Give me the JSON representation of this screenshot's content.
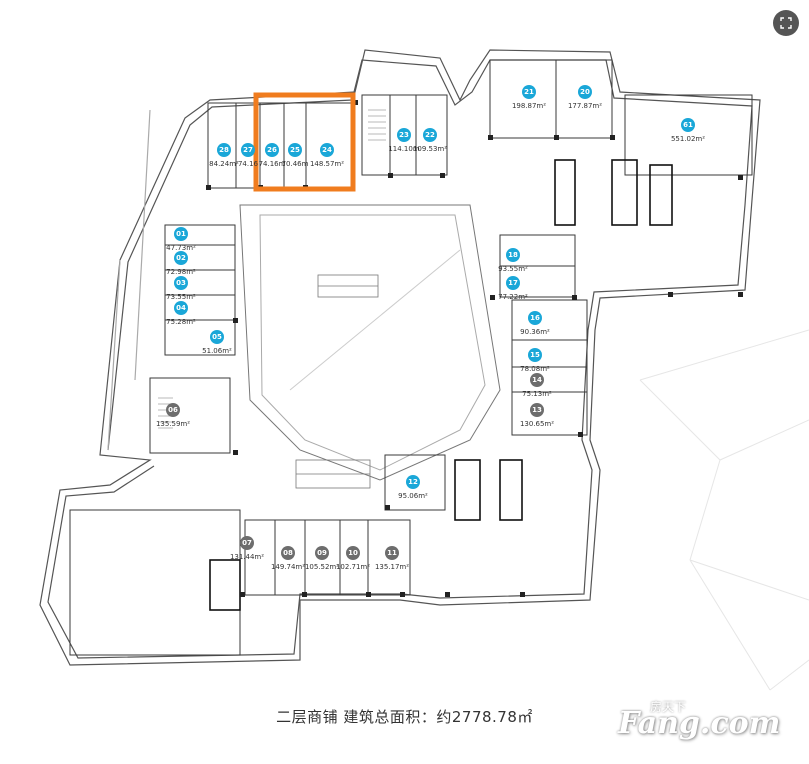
{
  "caption": "二层商铺  建筑总面积：约2778.78㎡",
  "colors": {
    "unit_blue": "#1aa7d8",
    "unit_gray": "#6d6d6d",
    "highlight": "#f07c1e",
    "wall": "#3a3a3a"
  },
  "icons": {
    "expand": "expand-icon"
  },
  "watermark": {
    "brand": "Fang.com",
    "cn": "房天下"
  },
  "units": [
    {
      "id": "28",
      "area": "84.24m²",
      "style": "blue"
    },
    {
      "id": "27",
      "area": "74.16",
      "style": "blue"
    },
    {
      "id": "26",
      "area": "74.16m",
      "style": "blue"
    },
    {
      "id": "25",
      "area": "70.46m",
      "style": "blue"
    },
    {
      "id": "24",
      "area": "148.57m²",
      "style": "blue"
    },
    {
      "id": "23",
      "area": "114.10m",
      "style": "blue"
    },
    {
      "id": "22",
      "area": "109.53m²",
      "style": "blue"
    },
    {
      "id": "21",
      "area": "198.87m²",
      "style": "blue"
    },
    {
      "id": "20",
      "area": "177.87m²",
      "style": "blue"
    },
    {
      "id": "61",
      "area": "551.02m²",
      "style": "blue"
    },
    {
      "id": "01",
      "area": "47.73m²",
      "style": "blue"
    },
    {
      "id": "02",
      "area": "72.98m²",
      "style": "blue"
    },
    {
      "id": "03",
      "area": "73.55m²",
      "style": "blue"
    },
    {
      "id": "04",
      "area": "75.28m²",
      "style": "blue"
    },
    {
      "id": "05",
      "area": "51.06m²",
      "style": "blue"
    },
    {
      "id": "06",
      "area": "135.59m²",
      "style": "gray"
    },
    {
      "id": "18",
      "area": "93.55m²",
      "style": "blue"
    },
    {
      "id": "17",
      "area": "77.22m²",
      "style": "blue"
    },
    {
      "id": "16",
      "area": "90.36m²",
      "style": "blue"
    },
    {
      "id": "15",
      "area": "78.08m²",
      "style": "blue"
    },
    {
      "id": "14",
      "area": "75.13m²",
      "style": "gray"
    },
    {
      "id": "13",
      "area": "130.65m²",
      "style": "gray"
    },
    {
      "id": "12",
      "area": "95.06m²",
      "style": "blue"
    },
    {
      "id": "07",
      "area": "131.44m²",
      "style": "gray"
    },
    {
      "id": "08",
      "area": "149.74m²",
      "style": "gray"
    },
    {
      "id": "09",
      "area": "105.52m²",
      "style": "gray"
    },
    {
      "id": "10",
      "area": "102.71m²",
      "style": "gray"
    },
    {
      "id": "11",
      "area": "135.17m²",
      "style": "gray"
    }
  ]
}
